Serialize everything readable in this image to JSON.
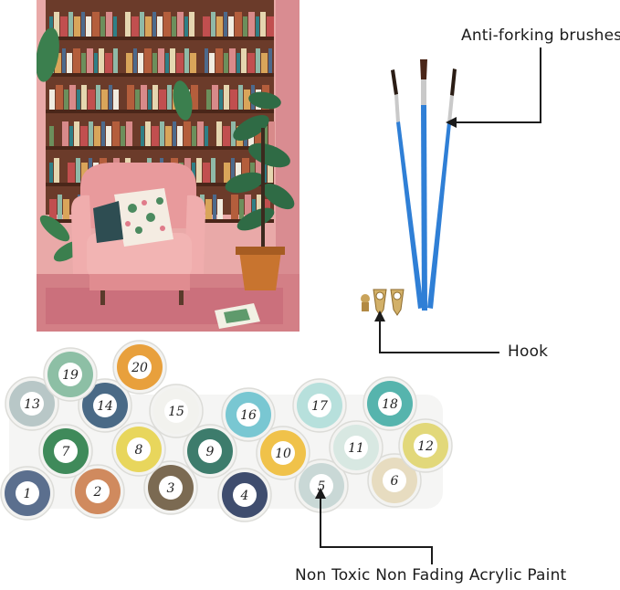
{
  "labels": {
    "brushes": "Anti-forking brushes",
    "hook": "Hook",
    "paint": "Non Toxic Non Fading Acrylic Paint"
  },
  "paint_pots": [
    {
      "number": "1",
      "color": "#5b6f8e"
    },
    {
      "number": "2",
      "color": "#d08a5e"
    },
    {
      "number": "3",
      "color": "#7b6a52"
    },
    {
      "number": "4",
      "color": "#3f4d6e"
    },
    {
      "number": "5",
      "color": "#c9d8d6"
    },
    {
      "number": "6",
      "color": "#e7dcc0"
    },
    {
      "number": "7",
      "color": "#3f8a5a"
    },
    {
      "number": "8",
      "color": "#e8d65c"
    },
    {
      "number": "9",
      "color": "#3d7c6c"
    },
    {
      "number": "10",
      "color": "#f0c24a"
    },
    {
      "number": "11",
      "color": "#d8e8e2"
    },
    {
      "number": "12",
      "color": "#e2d87a"
    },
    {
      "number": "13",
      "color": "#b8c7c7"
    },
    {
      "number": "14",
      "color": "#4a6a86"
    },
    {
      "number": "15",
      "color": "#f2f2ee"
    },
    {
      "number": "16",
      "color": "#79c7d2"
    },
    {
      "number": "17",
      "color": "#b7e0dc"
    },
    {
      "number": "18",
      "color": "#56b4ad"
    },
    {
      "number": "19",
      "color": "#8dbfa5"
    },
    {
      "number": "20",
      "color": "#e8a03c"
    }
  ],
  "colors": {
    "brush_handle": "#2f7fd6",
    "brush_ferrule": "#c9c9c9",
    "wall": "#e9a9a8",
    "armchair": "#e89a9c",
    "shelf": "#6b3b2a",
    "plant": "#2f6b45",
    "rug": "#d37f86",
    "pot": "#c8742f"
  }
}
